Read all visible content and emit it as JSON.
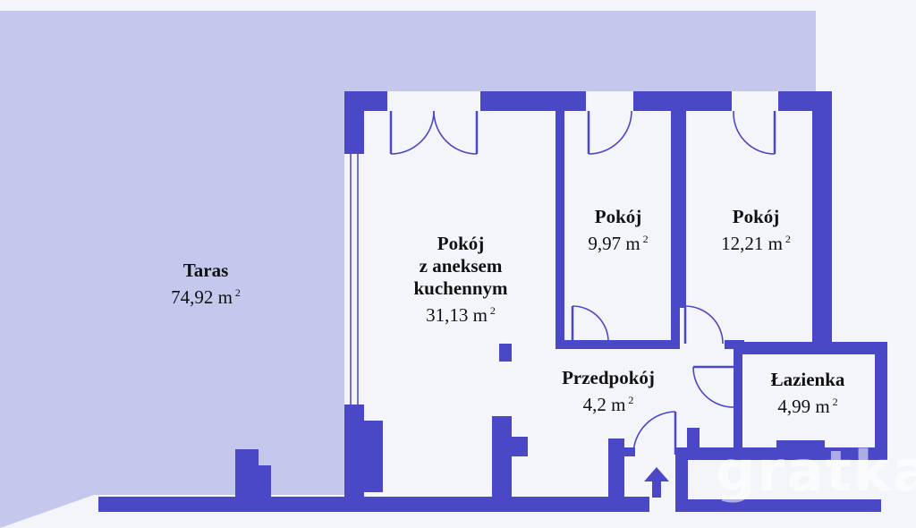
{
  "colors": {
    "terrace": "#c6c7ec",
    "floor": "#f4f5fb",
    "wall": "#4a48c6"
  },
  "rooms": [
    {
      "id": "taras",
      "name": "Taras",
      "area": "74,92 m",
      "sup": "2"
    },
    {
      "id": "living",
      "name": "Pokój\nz aneksem\nkuchennym",
      "area": "31,13 m",
      "sup": "2"
    },
    {
      "id": "pokoj1",
      "name": "Pokój",
      "area": "9,97 m",
      "sup": "2"
    },
    {
      "id": "pokoj2",
      "name": "Pokój",
      "area": "12,21 m",
      "sup": "2"
    },
    {
      "id": "przedpokoj",
      "name": "Przedpokój",
      "area": "4,2 m",
      "sup": "2"
    },
    {
      "id": "lazienka",
      "name": "Łazienka",
      "area": "4,99 m",
      "sup": "2"
    }
  ],
  "watermark": "gratka",
  "entrance_icon": "arrow-up-icon"
}
